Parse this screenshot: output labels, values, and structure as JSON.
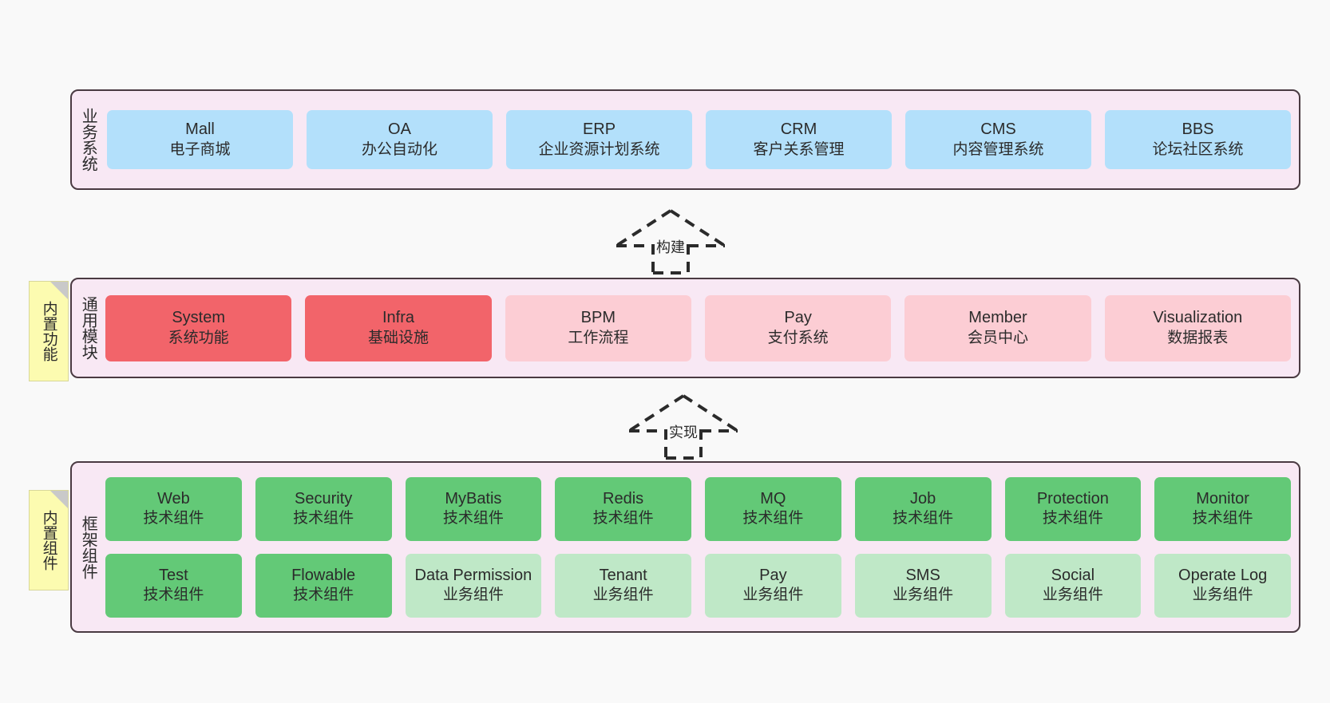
{
  "diagram": {
    "title": "",
    "background": "#f9f9f9",
    "colors": {
      "layer_fill": "#f8e8f4",
      "layer_border": "#4a3a42",
      "business_card": "#b3e0fb",
      "module_core_card": "#f2646a",
      "module_card": "#fccdd4",
      "tech_component_card": "#63c977",
      "business_component_card": "#bfe8c7",
      "note_fill": "#fcfbb0",
      "note_fold": "#c9c9c9",
      "arrow_stroke": "#2b2b2b"
    }
  },
  "layers": [
    {
      "id": "business",
      "label": "业务系统",
      "rows": [
        [
          {
            "name": "Mall",
            "desc": "电子商城",
            "style": "c-blue"
          },
          {
            "name": "OA",
            "desc": "办公自动化",
            "style": "c-blue"
          },
          {
            "name": "ERP",
            "desc": "企业资源计划系统",
            "style": "c-blue"
          },
          {
            "name": "CRM",
            "desc": "客户关系管理",
            "style": "c-blue"
          },
          {
            "name": "CMS",
            "desc": "内容管理系统",
            "style": "c-blue"
          },
          {
            "name": "BBS",
            "desc": "论坛社区系统",
            "style": "c-blue"
          }
        ]
      ]
    },
    {
      "id": "modules",
      "label": "通用模块",
      "rows": [
        [
          {
            "name": "System",
            "desc": "系统功能",
            "style": "c-red"
          },
          {
            "name": "Infra",
            "desc": "基础设施",
            "style": "c-red"
          },
          {
            "name": "BPM",
            "desc": "工作流程",
            "style": "c-pink"
          },
          {
            "name": "Pay",
            "desc": "支付系统",
            "style": "c-pink"
          },
          {
            "name": "Member",
            "desc": "会员中心",
            "style": "c-pink"
          },
          {
            "name": "Visualization",
            "desc": "数据报表",
            "style": "c-pink"
          }
        ]
      ]
    },
    {
      "id": "framework",
      "label": "框架组件",
      "rows": [
        [
          {
            "name": "Web",
            "desc": "技术组件",
            "style": "c-green"
          },
          {
            "name": "Security",
            "desc": "技术组件",
            "style": "c-green"
          },
          {
            "name": "MyBatis",
            "desc": "技术组件",
            "style": "c-green"
          },
          {
            "name": "Redis",
            "desc": "技术组件",
            "style": "c-green"
          },
          {
            "name": "MQ",
            "desc": "技术组件",
            "style": "c-green"
          },
          {
            "name": "Job",
            "desc": "技术组件",
            "style": "c-green"
          },
          {
            "name": "Protection",
            "desc": "技术组件",
            "style": "c-green"
          },
          {
            "name": "Monitor",
            "desc": "技术组件",
            "style": "c-green"
          }
        ],
        [
          {
            "name": "Test",
            "desc": "技术组件",
            "style": "c-green"
          },
          {
            "name": "Flowable",
            "desc": "技术组件",
            "style": "c-green"
          },
          {
            "name": "Data Permission",
            "desc": "业务组件",
            "style": "c-lightgreen"
          },
          {
            "name": "Tenant",
            "desc": "业务组件",
            "style": "c-lightgreen"
          },
          {
            "name": "Pay",
            "desc": "业务组件",
            "style": "c-lightgreen"
          },
          {
            "name": "SMS",
            "desc": "业务组件",
            "style": "c-lightgreen"
          },
          {
            "name": "Social",
            "desc": "业务组件",
            "style": "c-lightgreen"
          },
          {
            "name": "Operate Log",
            "desc": "业务组件",
            "style": "c-lightgreen"
          }
        ]
      ]
    }
  ],
  "notes": [
    {
      "id": "features",
      "label": "内置功能"
    },
    {
      "id": "components",
      "label": "内置组件"
    }
  ],
  "arrows": [
    {
      "id": "build",
      "label": "构建",
      "direction": "up",
      "style": "dashed-generalization"
    },
    {
      "id": "realize",
      "label": "实现",
      "direction": "up",
      "style": "dashed-generalization"
    }
  ]
}
